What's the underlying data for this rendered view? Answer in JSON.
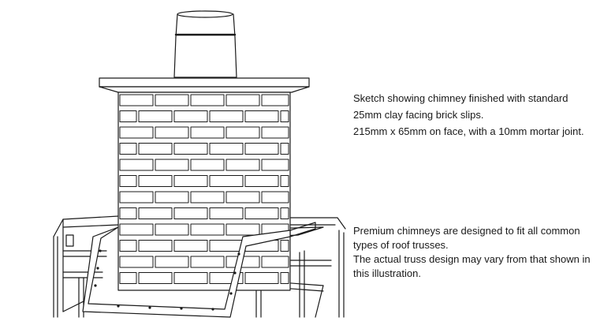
{
  "caption_top": {
    "lines": [
      "Sketch showing chimney finished with standard",
      "25mm clay facing brick slips.",
      "215mm x 65mm on face, with a 10mm mortar joint."
    ]
  },
  "caption_bottom": {
    "lines": [
      "Premium chimneys are designed to fit all common",
      "types of roof trusses.",
      "The actual truss design may vary from that shown in",
      "this illustration."
    ]
  },
  "colors": {
    "line": "#1a1a1a",
    "background": "#ffffff",
    "text": "#1a1a1a"
  }
}
